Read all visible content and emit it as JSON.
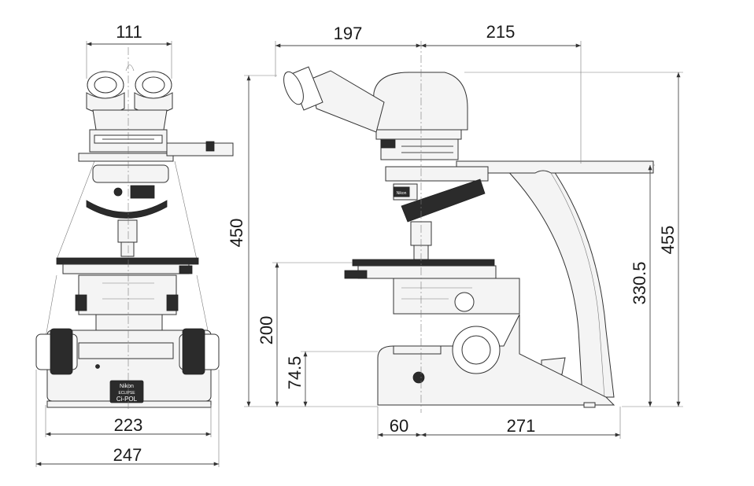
{
  "front_view": {
    "dim_top_width": "111",
    "dim_base_inner_width": "223",
    "dim_base_outer_width": "247",
    "badge_brand": "Nikon",
    "badge_series": "ECLIPSE",
    "badge_model": "Ci-POL"
  },
  "side_view": {
    "dim_rear_depth": "197",
    "dim_front_depth": "215",
    "dim_total_height": "450",
    "dim_arm_height": "455",
    "dim_stage_height": "330.5",
    "dim_stage_level": "200",
    "dim_base_height": "74.5",
    "dim_front_offset": "60",
    "dim_base_depth": "271",
    "badge_brand": "Nikon"
  }
}
